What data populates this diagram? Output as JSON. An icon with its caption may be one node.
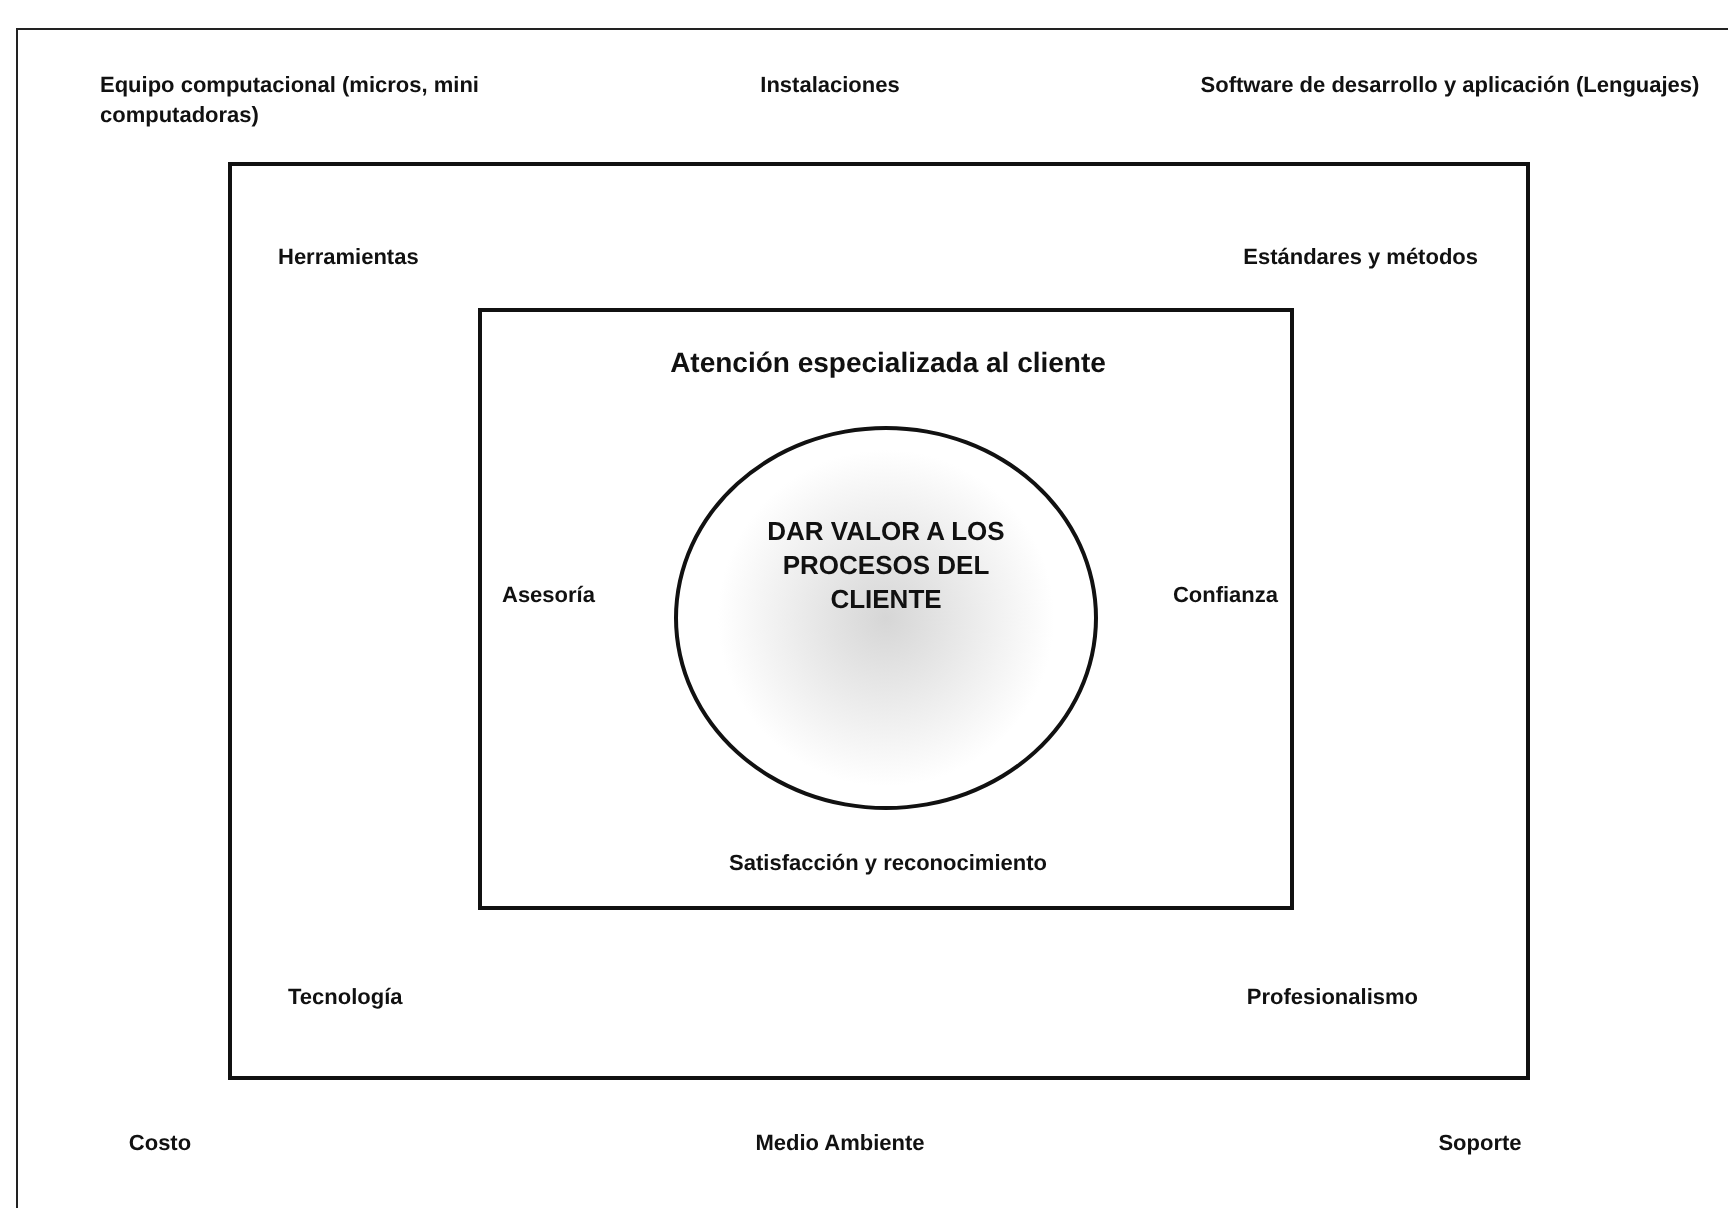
{
  "diagram": {
    "nodes": [
      {
        "text": [
          "Equipo computacional (micros, mini computadoras)",
          "Instalaciones",
          "Software de desarrollo y aplicación (Lenguajes)",
          "Costo",
          "Medio Ambiente",
          "Soporte"
        ]
      },
      {
        "text": [
          "Herramientas",
          "Estándares y métodos",
          "Tecnología",
          "Profesionalismo"
        ],
        "in": 0
      },
      {
        "text": [
          "Atención especializada al cliente",
          "Asesoría",
          "Confianza",
          "Satisfacción y reconocimiento"
        ],
        "in": 1
      },
      {
        "text": [
          "DAR VALOR A LOS PROCESOS DEL CLIENTE"
        ],
        "in": 2
      }
    ],
    "edges": []
  }
}
